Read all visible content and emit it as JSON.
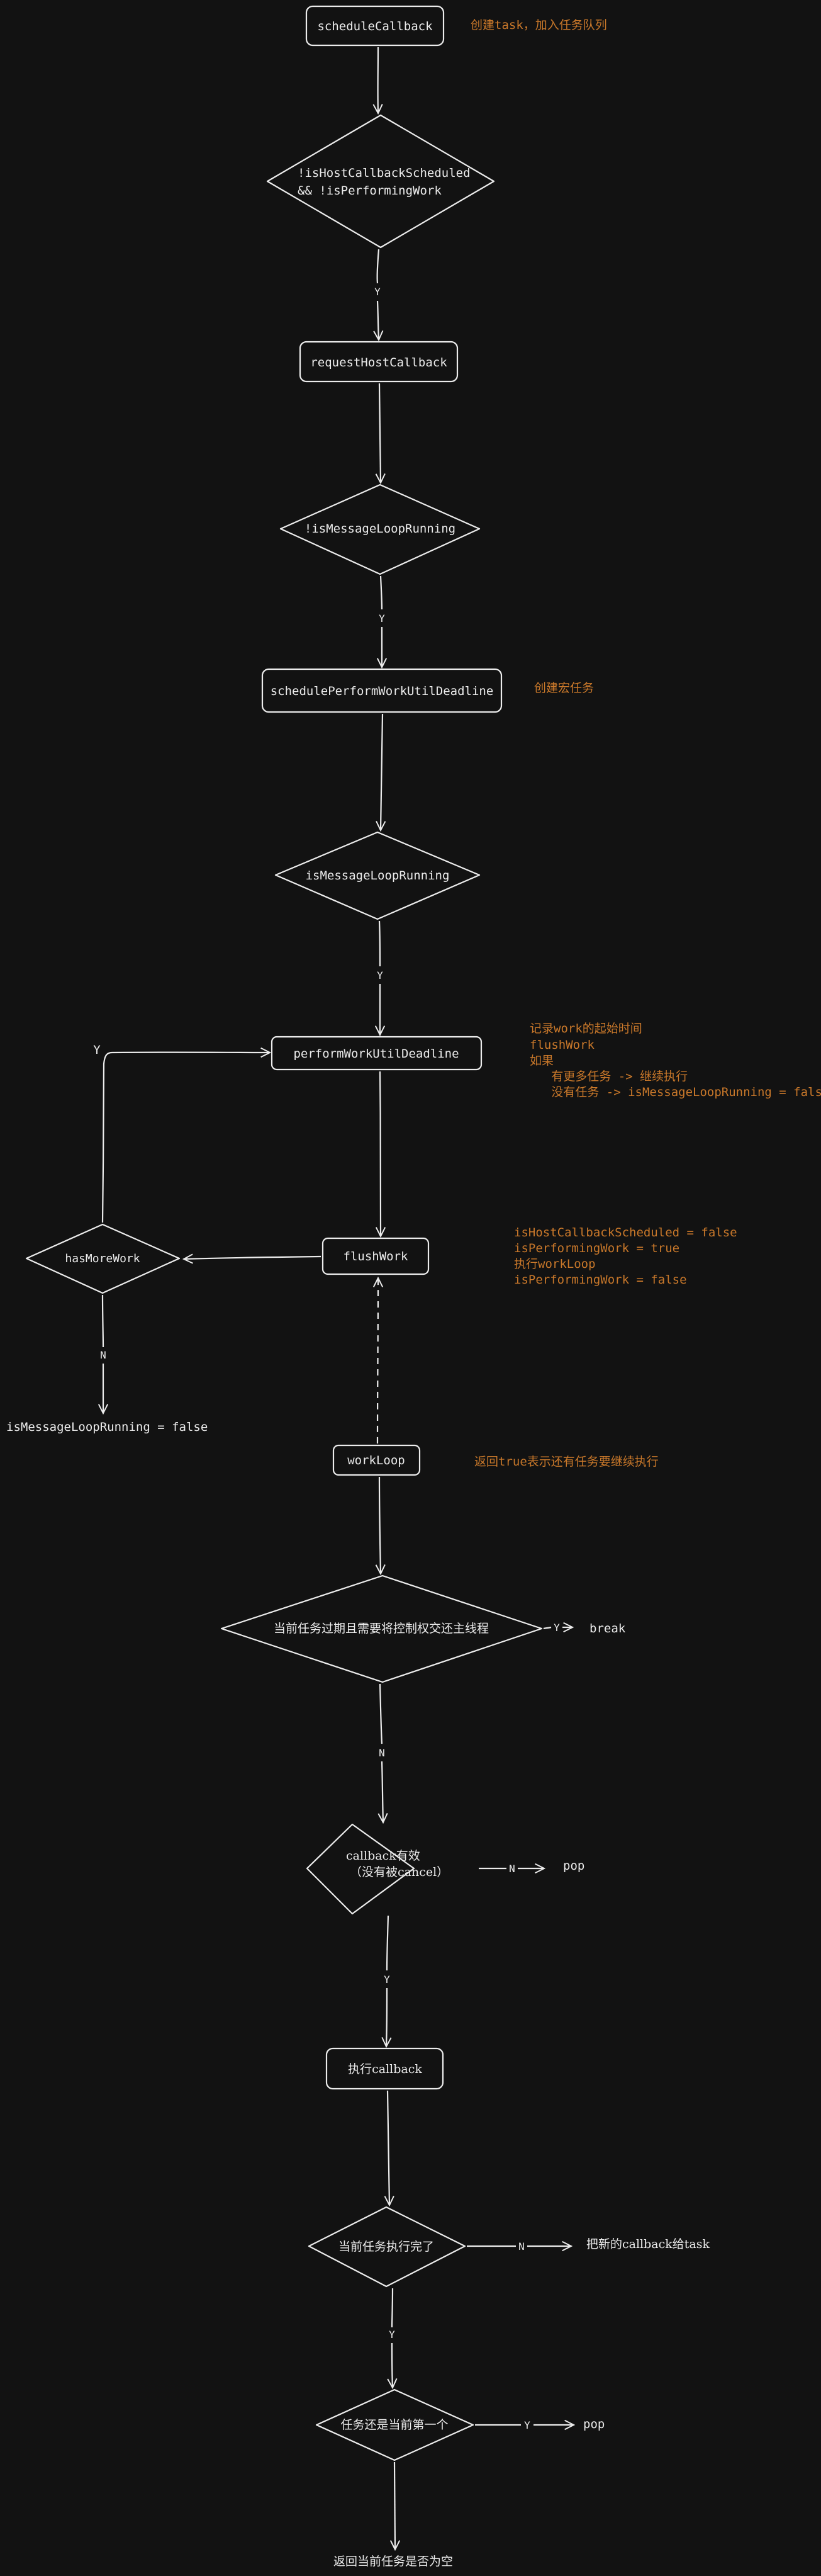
{
  "nodes": {
    "schedule_callback": "scheduleCallback",
    "decision_host_scheduled": [
      "!isHostCallbackScheduled",
      "&& !isPerformingWork"
    ],
    "request_host_callback": "requestHostCallback",
    "decision_not_message_loop_running": "!isMessageLoopRunning",
    "schedule_perform_work": "schedulePerformWorkUtilDeadline",
    "decision_message_loop_running": "isMessageLoopRunning",
    "perform_work_until_deadline": "performWorkUtilDeadline",
    "flush_work": "flushWork",
    "decision_has_more_work": "hasMoreWork",
    "set_message_loop_false": "isMessageLoopRunning = false",
    "work_loop": "workLoop",
    "decision_expired": "当前任务过期且需要将控制权交还主线程",
    "break_label": "break",
    "decision_callback_valid": [
      "callback有效",
      "（没有被cancel）"
    ],
    "pop_label_1": "pop",
    "execute_callback": "执行callback",
    "decision_task_done": "当前任务执行完了",
    "assign_new_callback": "把新的callback给task",
    "decision_task_still_first": "任务还是当前第一个",
    "pop_label_2": "pop",
    "return_if_empty": "返回当前任务是否为空"
  },
  "notes": {
    "create_task": "创建task，加入任务队列",
    "create_macrotask": "创建宏任务",
    "perform_work": [
      "记录work的起始时间",
      "flushWork",
      "如果",
      "   有更多任务 -> 继续执行",
      "   没有任务 -> isMessageLoopRunning = false"
    ],
    "flush_work": [
      "isHostCallbackScheduled = false",
      "isPerformingWork = true",
      "执行workLoop",
      "isPerformingWork = false"
    ],
    "work_loop": "返回true表示还有任务要继续执行"
  },
  "edge_labels": {
    "host_scheduled_yes": "Y",
    "message_loop_yes": "Y",
    "running_yes": "Y",
    "has_more_work_yes": "Y",
    "has_more_work_no": "N",
    "expired_yes": "Y",
    "expired_no": "N",
    "callback_valid_no": "N",
    "callback_valid_yes": "Y",
    "task_done_no": "N",
    "task_done_yes": "Y",
    "still_first_yes": "Y"
  },
  "colors": {
    "background": "#121212",
    "stroke": "#ececec",
    "note": "#c9782a"
  }
}
